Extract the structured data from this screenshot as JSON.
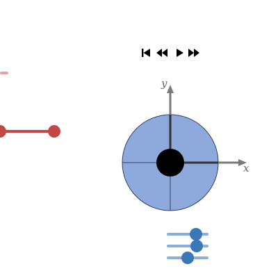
{
  "colors": {
    "background": "#ffffff",
    "red_slider": "#c44747",
    "red_faint": "#e3a3a3",
    "disc_fill": "#8eaadd",
    "disc_stroke": "#2f3f61",
    "hub": "#000000",
    "axis_gray": "#7a7a7a",
    "axis_dark": "#333333",
    "blue_knob": "#3b78b8",
    "blue_track": "#8aaedb",
    "playback": "#000000"
  },
  "playback_controls": {
    "buttons": [
      {
        "name": "skip-to-start",
        "icon": "skip-back-icon"
      },
      {
        "name": "rewind",
        "icon": "rewind-icon"
      },
      {
        "name": "play",
        "icon": "play-icon"
      },
      {
        "name": "fast-forward",
        "icon": "fast-forward-icon"
      }
    ]
  },
  "axes": {
    "x_label": "x",
    "y_label": "y"
  },
  "disc": {
    "quadrants": 4
  },
  "left_sliders": {
    "faint_slider": {
      "icon": "slider-stub"
    },
    "red_slider": {
      "icon": "red-slider"
    }
  },
  "equalizer_sliders": {
    "items": [
      {
        "name": "eq-slider-1"
      },
      {
        "name": "eq-slider-2"
      },
      {
        "name": "eq-slider-3"
      }
    ]
  }
}
